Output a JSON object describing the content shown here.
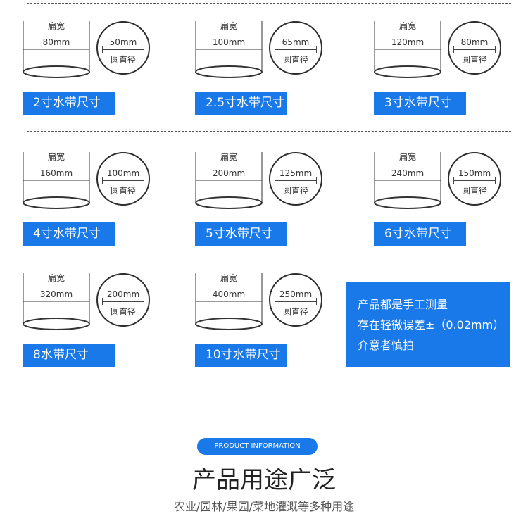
{
  "sizes": [
    {
      "flat_caption": "扁宽",
      "flat": "80mm",
      "diameter": "50mm",
      "dia_caption": "圆直径",
      "label": "2寸水带尺寸"
    },
    {
      "flat_caption": "扁宽",
      "flat": "100mm",
      "diameter": "65mm",
      "dia_caption": "圆直径",
      "label": "2.5寸水带尺寸"
    },
    {
      "flat_caption": "扁宽",
      "flat": "120mm",
      "diameter": "80mm",
      "dia_caption": "圆直径",
      "label": "3寸水带尺寸"
    },
    {
      "flat_caption": "扁宽",
      "flat": "160mm",
      "diameter": "100mm",
      "dia_caption": "圆直径",
      "label": "4寸水带尺寸"
    },
    {
      "flat_caption": "扁宽",
      "flat": "200mm",
      "diameter": "125mm",
      "dia_caption": "圆直径",
      "label": "5寸水带尺寸"
    },
    {
      "flat_caption": "扁宽",
      "flat": "240mm",
      "diameter": "150mm",
      "dia_caption": "圆直径",
      "label": "6寸水带尺寸"
    },
    {
      "flat_caption": "扁宽",
      "flat": "320mm",
      "diameter": "200mm",
      "dia_caption": "圆直径",
      "label": "8水带尺寸"
    },
    {
      "flat_caption": "扁宽",
      "flat": "400mm",
      "diameter": "250mm",
      "dia_caption": "圆直径",
      "label": "10寸水带尺寸"
    }
  ],
  "note": {
    "line1": "产品都是手工测量",
    "line2": "存在轻微误差±（0.02mm）",
    "line3": "介意者慎拍"
  },
  "section": {
    "pill": "PRODUCT INFORMATION",
    "title": "产品用途广泛",
    "subtitle": "农业/园林/果园/菜地灌溉等多种用途"
  }
}
